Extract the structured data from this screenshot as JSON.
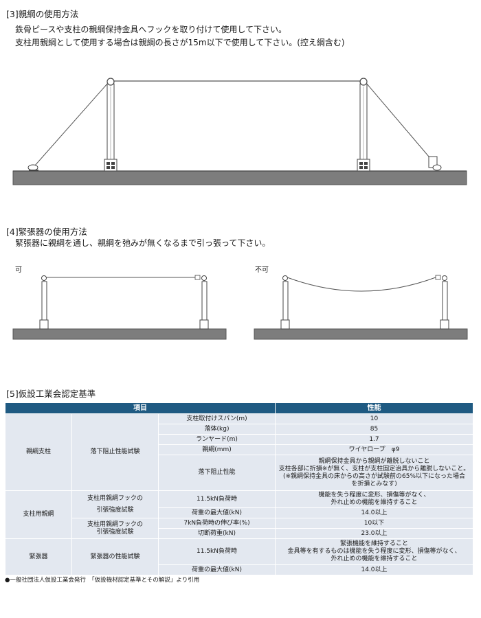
{
  "section3": {
    "heading": "[3]親綱の使用方法",
    "line1": "鉄骨ピースや支柱の親綱保持金具へフックを取り付けて使用して下さい。",
    "line2": "支柱用親綱として使用する場合は親綱の長さが15m以下で使用して下さい。(控え綱含む)"
  },
  "section4": {
    "heading": "[4]緊張器の使用方法",
    "line1": "緊張器に親綱を通し、親綱を弛みが無くなるまで引っ張って下さい。",
    "ok_label": "可",
    "ng_label": "不可"
  },
  "section5": {
    "heading": "[5]仮設工業会認定基準",
    "header_item": "項目",
    "header_perf": "性能",
    "groups": {
      "g1_name": "親綱支柱",
      "g1_test": "落下阻止性能試験",
      "g2_name": "支柱用親綱",
      "g2_test1a": "支柱用親綱フックの",
      "g2_test1b": "引張強度試験",
      "g2_test2a": "支柱用親綱フックの",
      "g2_test2b": "引張強度試験",
      "g3_name": "緊張器",
      "g3_test": "緊張器の性能試験"
    },
    "rows": {
      "r1_item": "支柱取付けスパン(m)",
      "r1_val": "10",
      "r2_item": "落体(kg)",
      "r2_val": "85",
      "r3_item": "ランヤード(m)",
      "r3_val": "1.7",
      "r4_item": "親綱(mm)",
      "r4_val": "ワイヤロープ　φ9",
      "r5_item": "落下阻止性能",
      "r5_val1": "親綱保持金具から親綱が離脱しないこと",
      "r5_val2": "支柱各部に折損※が無く、支柱が支柱固定治具から離脱しないこと。",
      "r5_val3": "(※親綱保持金具の床からの高さが試験前の65%以下になった場合",
      "r5_val4": "を折損とみなす)",
      "r6_item": "11.5kN負荷時",
      "r6_val1": "機能を失う程度に変形、損傷等がなく、",
      "r6_val2": "外れ止めの機能を維持すること",
      "r7_item": "荷重の最大値(kN)",
      "r7_val": "14.0以上",
      "r8_item": "7kN負荷時の伸び率(%)",
      "r8_val": "10以下",
      "r9_item": "切断荷重(kN)",
      "r9_val": "23.0以上",
      "r10_item": "11.5kN負荷時",
      "r10_val1": "緊張機能を維持すること",
      "r10_val2": "金具等を有するものは機能を失う程度に変形、損傷等がなく、",
      "r10_val3": "外れ止めの機能を維持すること",
      "r11_item": "荷重の最大値(kN)",
      "r11_val": "14.0以上"
    },
    "footnote": "●一般社団法人仮設工業会発行　「仮設機材認定基準とその解説」より引用"
  },
  "colors": {
    "table_header": "#1f5a82",
    "table_cell": "#e3e8f0",
    "floor": "#7d7d7d"
  }
}
